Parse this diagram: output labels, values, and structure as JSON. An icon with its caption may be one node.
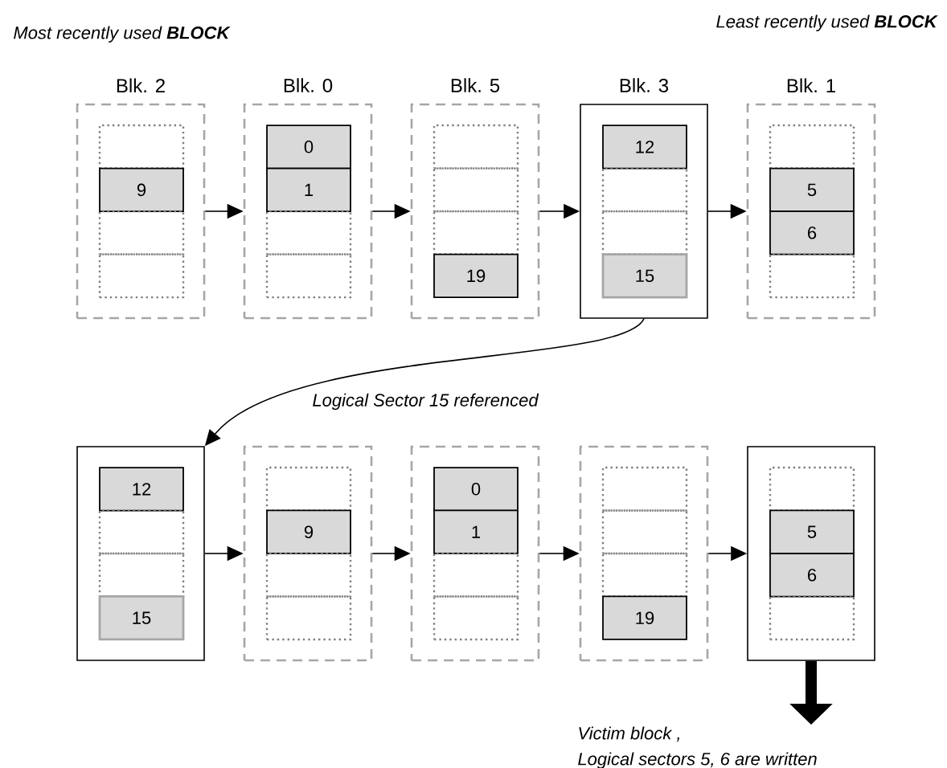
{
  "diagram": {
    "nodes": [
      {
        "text": [
          "Blk. 2"
        ]
      },
      {
        "text": [],
        "shape": "box",
        "in": 0
      },
      {
        "text": [
          "9"
        ],
        "in": 0
      },
      {
        "text": [],
        "shape": "box",
        "in": 0
      },
      {
        "text": [],
        "shape": "box",
        "in": 0
      },
      {
        "text": [
          "Blk. 0"
        ]
      },
      {
        "text": [
          "0"
        ],
        "in": 5
      },
      {
        "text": [
          "1"
        ],
        "in": 5
      },
      {
        "text": [],
        "shape": "box",
        "in": 5
      },
      {
        "text": [],
        "shape": "box",
        "in": 5
      },
      {
        "text": [
          "Blk. 5"
        ]
      },
      {
        "text": [],
        "shape": "box",
        "in": 10
      },
      {
        "text": [],
        "shape": "box",
        "in": 10
      },
      {
        "text": [],
        "shape": "box",
        "in": 10
      },
      {
        "text": [
          "19"
        ],
        "in": 10
      },
      {
        "text": [
          "Blk. 3"
        ]
      },
      {
        "text": [
          "12"
        ],
        "in": 15
      },
      {
        "text": [],
        "shape": "box",
        "in": 15
      },
      {
        "text": [],
        "shape": "box",
        "in": 15
      },
      {
        "text": [
          "15"
        ],
        "in": 15
      },
      {
        "text": [
          "Blk. 1"
        ]
      },
      {
        "text": [],
        "shape": "box",
        "in": 20
      },
      {
        "text": [
          "5"
        ],
        "in": 20
      },
      {
        "text": [
          "6"
        ],
        "in": 20
      },
      {
        "text": [],
        "shape": "box",
        "in": 20
      },
      {
        "text": [],
        "shape": "box"
      },
      {
        "text": [
          "12"
        ],
        "in": 25
      },
      {
        "text": [],
        "shape": "box",
        "in": 25
      },
      {
        "text": [],
        "shape": "box",
        "in": 25
      },
      {
        "text": [
          "15"
        ],
        "in": 25
      },
      {
        "text": [],
        "shape": "box"
      },
      {
        "text": [],
        "shape": "box",
        "in": 30
      },
      {
        "text": [
          "9"
        ],
        "in": 30
      },
      {
        "text": [],
        "shape": "box",
        "in": 30
      },
      {
        "text": [],
        "shape": "box",
        "in": 30
      },
      {
        "text": [],
        "shape": "box"
      },
      {
        "text": [
          "0"
        ],
        "in": 35
      },
      {
        "text": [
          "1"
        ],
        "in": 35
      },
      {
        "text": [],
        "shape": "box",
        "in": 35
      },
      {
        "text": [],
        "shape": "box",
        "in": 35
      },
      {
        "text": [],
        "shape": "box"
      },
      {
        "text": [],
        "shape": "box",
        "in": 40
      },
      {
        "text": [],
        "shape": "box",
        "in": 40
      },
      {
        "text": [],
        "shape": "box",
        "in": 40
      },
      {
        "text": [
          "19"
        ],
        "in": 40
      },
      {
        "text": [],
        "shape": "box"
      },
      {
        "text": [],
        "shape": "box",
        "in": 45
      },
      {
        "text": [
          "5"
        ],
        "in": 45
      },
      {
        "text": [
          "6"
        ],
        "in": 45
      },
      {
        "text": [],
        "shape": "box",
        "in": 45
      },
      {
        "text": [
          "Victim block ,",
          "Logical sectors 5, 6 are written"
        ]
      }
    ],
    "edges": [
      {
        "from": 0,
        "to": 5,
        "arrow": "to"
      },
      {
        "from": 5,
        "to": 10,
        "arrow": "to"
      },
      {
        "from": 10,
        "to": 15,
        "arrow": "to"
      },
      {
        "from": 15,
        "to": 20,
        "arrow": "to"
      },
      {
        "from": 15,
        "to": 25,
        "arrow": "to",
        "label": "Logical Sector  15 referenced"
      },
      {
        "from": 25,
        "to": 30,
        "arrow": "to"
      },
      {
        "from": 30,
        "to": 35,
        "arrow": "to"
      },
      {
        "from": 35,
        "to": 40,
        "arrow": "to"
      },
      {
        "from": 40,
        "to": 45,
        "arrow": "to"
      },
      {
        "from": 45,
        "to": 50,
        "arrow": "to",
        "style": "thick"
      }
    ],
    "labels": [
      "Least recently used **BLOCK**",
      "Most recently used **BLOCK**"
    ]
  }
}
